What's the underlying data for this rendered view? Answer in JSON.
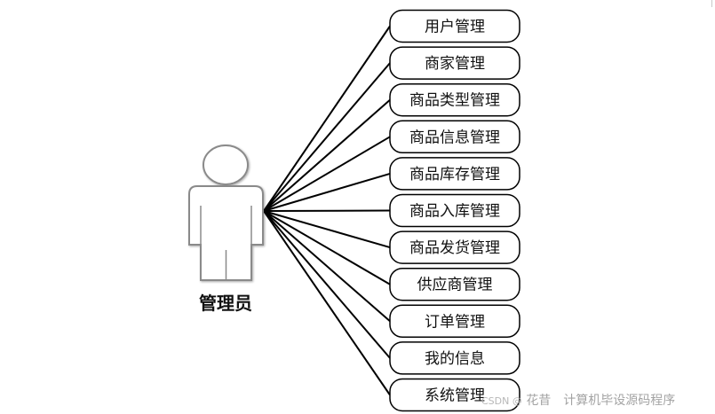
{
  "actor": {
    "label": "管理员",
    "icon": "person-icon"
  },
  "use_cases": [
    "用户管理",
    "商家管理",
    "商品类型管理",
    "商品信息管理",
    "商品库存管理",
    "商品入库管理",
    "商品发货管理",
    "供应商管理",
    "订单管理",
    "我的信息",
    "系统管理"
  ],
  "watermark": {
    "prefix": "CSDN @",
    "text": "花昔　计算机毕设源码程序"
  },
  "colors": {
    "stroke": "#000000",
    "actor_stroke": "#8a8a8a",
    "actor_fill": "#ffffff"
  }
}
